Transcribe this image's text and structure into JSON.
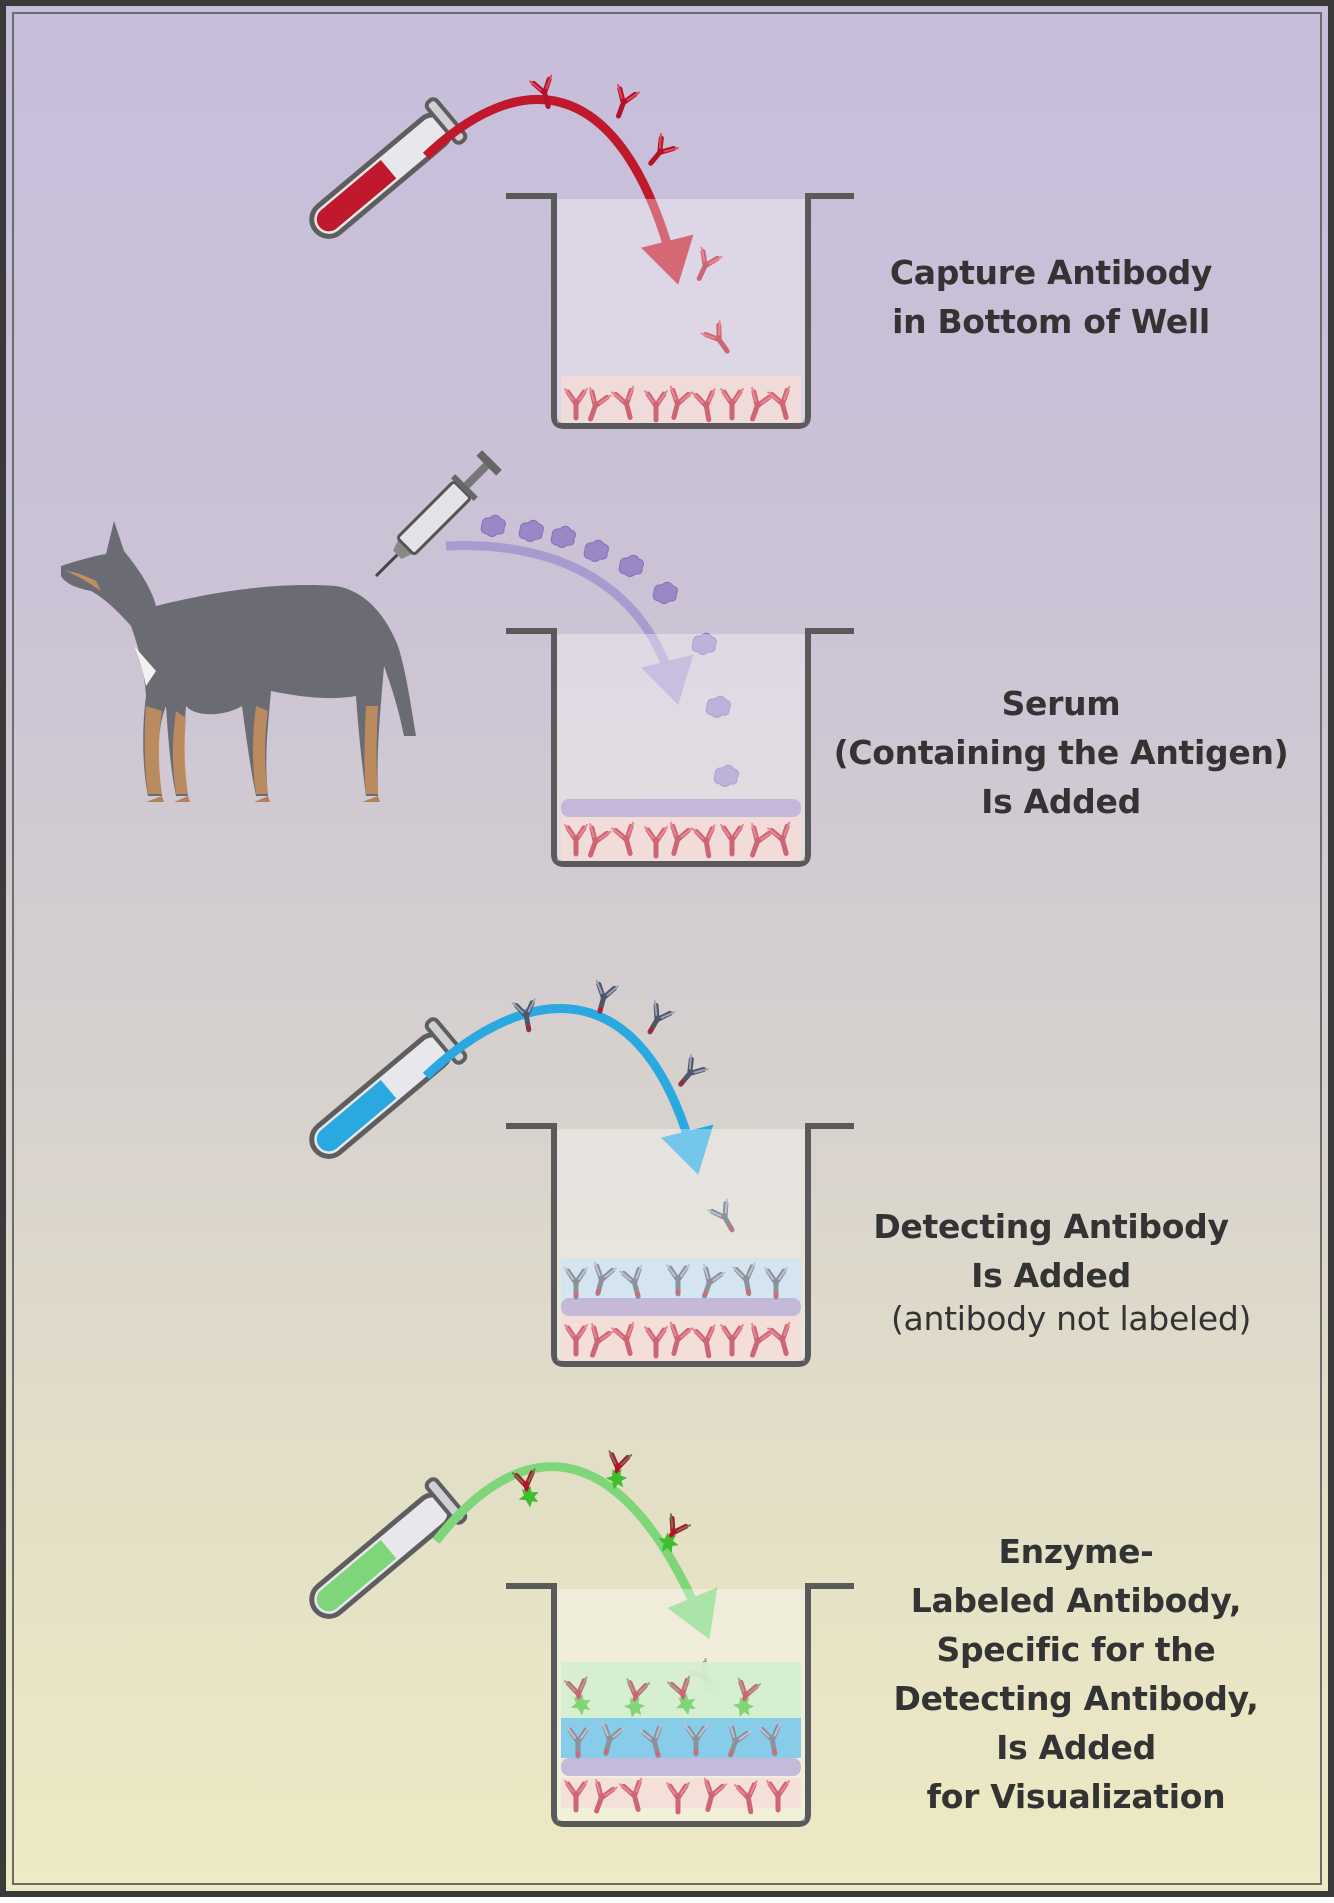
{
  "steps": [
    {
      "lines": [
        "Capture Antibody",
        "in Bottom of Well"
      ]
    },
    {
      "lines": [
        "Serum",
        "(Containing the Antigen)",
        "Is Added"
      ]
    },
    {
      "lines": [
        "Detecting Antibody",
        "Is Added"
      ],
      "note": "(antibody not labeled)"
    },
    {
      "lines": [
        "Enzyme-",
        "Labeled Antibody,",
        "Specific for the",
        "Detecting Antibody,",
        "Is Added",
        "for Visualization"
      ]
    }
  ],
  "colors": {
    "capture_antibody": "#c0182c",
    "antigen": "#9c87c6",
    "detecting_antibody": "#5b6378",
    "detecting_liquid": "#2aa8e0",
    "enzyme_label": "#4ec93c",
    "enzyme_liquid": "#7fd67a",
    "well": "#5a5a5a"
  },
  "icons": [
    "test-tube-icon",
    "syringe-icon",
    "dog-icon",
    "well-icon",
    "antibody-icon",
    "antigen-icon"
  ]
}
